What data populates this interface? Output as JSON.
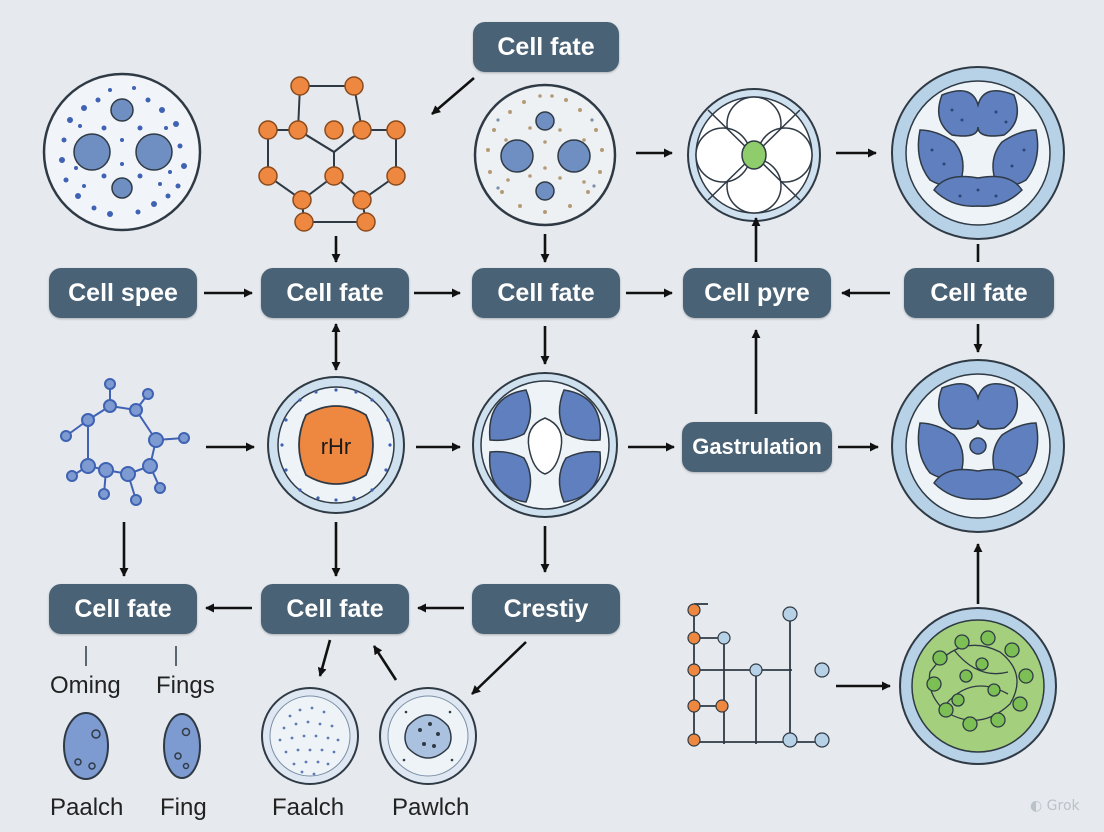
{
  "colors": {
    "background": "#e6eaee",
    "node_fill": "#4a6276",
    "node_text": "#ffffff",
    "arrow": "#111111",
    "cell_blue": "#6f8fc2",
    "cell_orange": "#ee8740",
    "cell_green": "#8fcc6c",
    "ring": "#b7d1e6"
  },
  "nodes": {
    "top_cell_fate": "Cell fate",
    "cell_spee": "Cell spee",
    "cell_fate_1": "Cell fate",
    "cell_fate_2": "Cell fate",
    "cell_pyre": "Cell pyre",
    "cell_fate_3": "Cell fate",
    "gastrulation": "Gastrulation",
    "cell_fate_4": "Cell fate",
    "cell_fate_5": "Cell fate",
    "crestiy": "Crestiy"
  },
  "cell_labels": {
    "rhr": "rHr"
  },
  "captions": {
    "oming": "Oming",
    "fings": "Fings",
    "paalch": "Paalch",
    "fing": "Fing",
    "faalch": "Faalch",
    "pawlch": "Pawlch"
  },
  "watermark": "Grok",
  "icons": {
    "watermark_icon": "grok-logo-icon"
  }
}
